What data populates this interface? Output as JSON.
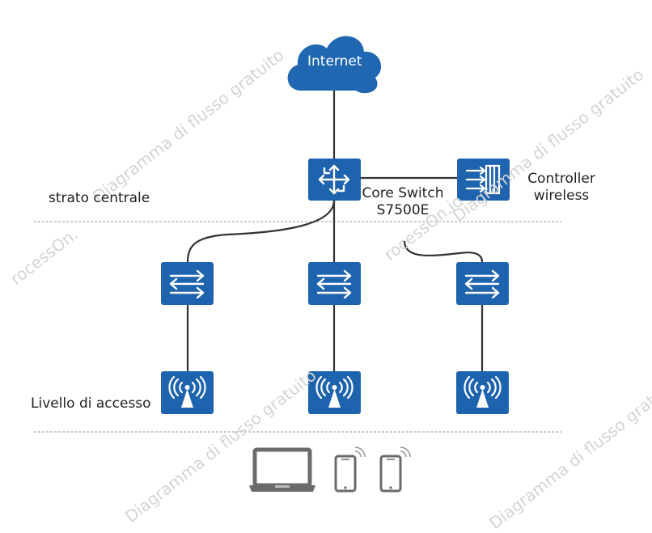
{
  "colors": {
    "device": "#1e63ad",
    "cloud": "#1f67b1",
    "line": "#333333",
    "divider": "#9a9a9a",
    "endpoint": "#6b6b6b",
    "watermark": "#d0d0d0"
  },
  "nodes": {
    "internet": {
      "label": "Internet",
      "icon": "cloud-icon"
    },
    "core_switch": {
      "label_line1": "Core Switch",
      "label_line2": "S7500E",
      "icon": "core-switch-icon"
    },
    "wireless_controller": {
      "label_line1": "Controller",
      "label_line2": "wireless",
      "icon": "wireless-controller-icon"
    },
    "access_switches": [
      {
        "icon": "access-switch-icon"
      },
      {
        "icon": "access-switch-icon"
      },
      {
        "icon": "access-switch-icon"
      }
    ],
    "access_points": [
      {
        "icon": "access-point-icon"
      },
      {
        "icon": "access-point-icon"
      },
      {
        "icon": "access-point-icon"
      }
    ],
    "endpoints": [
      {
        "icon": "laptop-icon"
      },
      {
        "icon": "smartphone-icon"
      },
      {
        "icon": "smartphone-icon"
      }
    ]
  },
  "layers": {
    "core": "strato centrale",
    "access": "Livello di accesso"
  },
  "watermark": {
    "text": "Diagramma di flusso gratuito",
    "fragment_text": "rocessOn.",
    "fragment_text_2": "rocessOn.io"
  }
}
